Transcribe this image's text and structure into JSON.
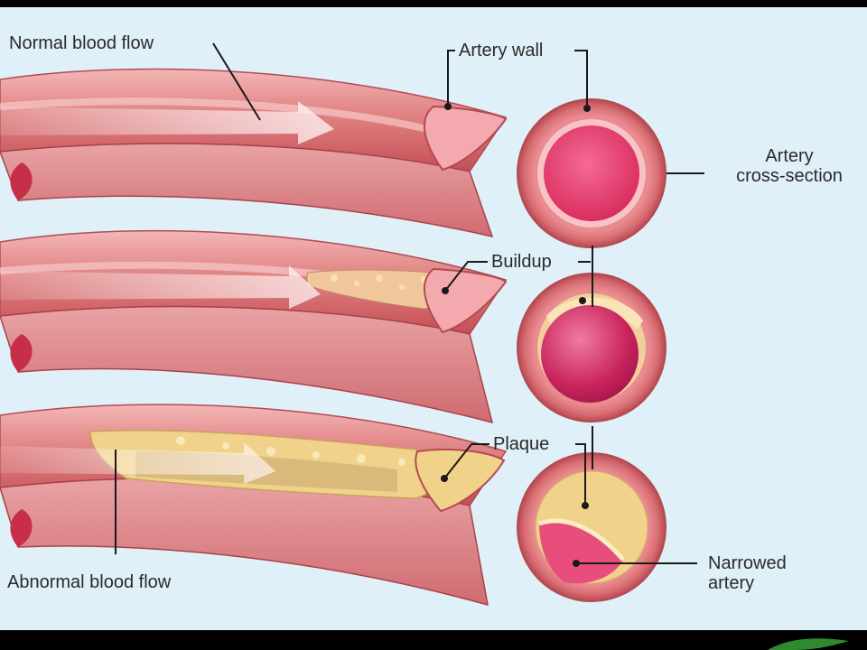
{
  "labels": {
    "normal_flow": "Normal blood flow",
    "artery_wall": "Artery wall",
    "cross_section_1": "Artery",
    "cross_section_2": "cross-section",
    "buildup": "Buildup",
    "plaque": "Plaque",
    "abnormal_flow": "Abnormal blood flow",
    "narrowed_1": "Narrowed",
    "narrowed_2": "artery"
  },
  "colors": {
    "background": "#dff0f8",
    "frame": "#000000",
    "artery_outer": "#d9706f",
    "artery_inner": "#b8484f",
    "lumen": "#e8356b",
    "plaque": "#f2d68c",
    "arrow": "#fbe3e3"
  }
}
